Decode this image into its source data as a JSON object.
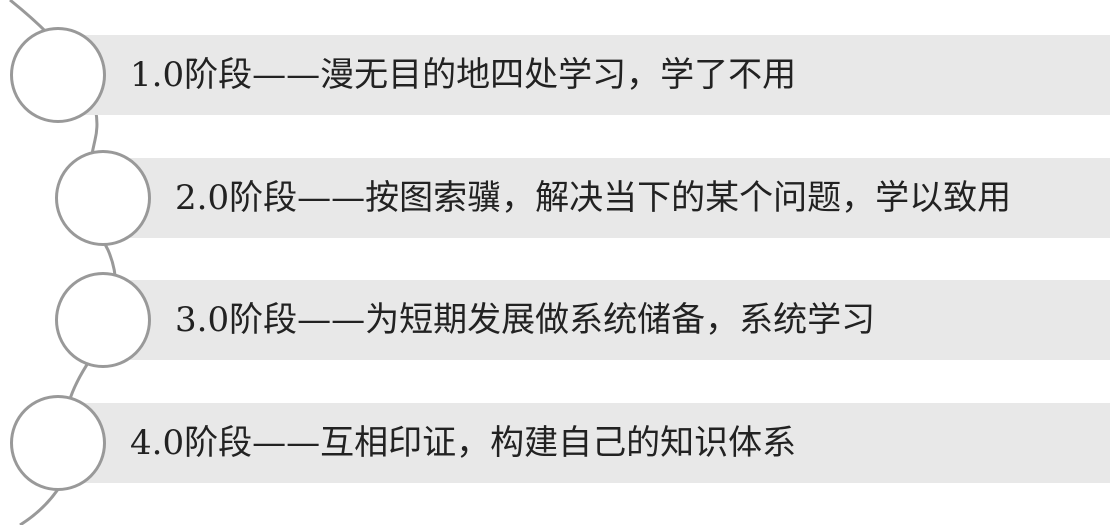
{
  "stages": [
    {
      "label": "1.0阶段——漫无目的地四处学习，学了不用"
    },
    {
      "label": "2.0阶段——按图索骥，解决当下的某个问题，学以致用"
    },
    {
      "label": "3.0阶段——为短期发展做系统储备，系统学习"
    },
    {
      "label": "4.0阶段——互相印证，构建自己的知识体系"
    }
  ],
  "colors": {
    "bar": "#e8e8e8",
    "circle_border": "#999999",
    "curve": "#999999",
    "text": "#222222"
  }
}
